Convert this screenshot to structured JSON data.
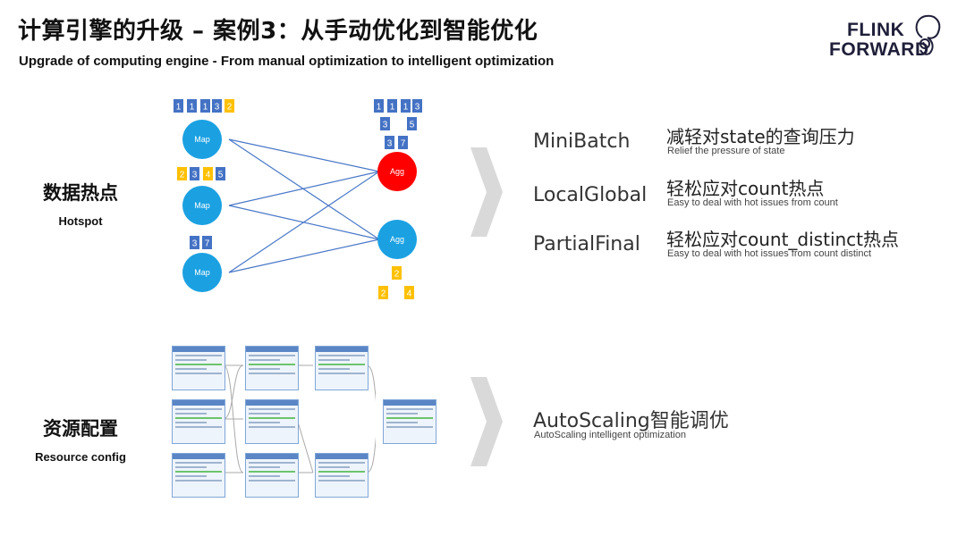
{
  "header": {
    "title": "计算引擎的升级 – 案例3：从手动优化到智能优化",
    "subtitle": "Upgrade of computing engine - From manual optimization to intelligent optimization"
  },
  "logo": {
    "line1": "FLINK",
    "line2": "FORWARD"
  },
  "colors": {
    "node_blue": "#1ba1e2",
    "node_red": "#ff0000",
    "block_blue": "#4472c4",
    "block_yellow": "#ffc000",
    "chevron": "#d9d9d9"
  },
  "hotspot": {
    "label_zh": "数据热点",
    "label_en": "Hotspot",
    "map_label": "Map",
    "agg_label": "Agg",
    "map1_blocks": [
      "1",
      "1",
      "1",
      "3",
      "2"
    ],
    "map2_blocks": [
      "2",
      "3",
      "4",
      "5"
    ],
    "map3_blocks": [
      "3",
      "7"
    ],
    "agg1_row1": [
      "1",
      "1",
      "1",
      "3"
    ],
    "agg1_row2": [
      "3",
      "5"
    ],
    "agg1_row3": [
      "3",
      "7"
    ],
    "agg2_row1": [
      "2"
    ],
    "agg2_row2": [
      "2",
      "4"
    ]
  },
  "optimizations": [
    {
      "name": "MiniBatch",
      "desc": "减轻对state的查询压力",
      "sub": "Relief the pressure of state"
    },
    {
      "name": "LocalGlobal",
      "desc": "轻松应对count热点",
      "sub": "Easy to deal with hot issues from count"
    },
    {
      "name": "PartialFinal",
      "desc": "轻松应对count_distinct热点",
      "sub": "Easy to deal with hot issues from count distinct"
    }
  ],
  "resource": {
    "label_zh": "资源配置",
    "label_en": "Resource config",
    "autoscaling_title": "AutoScaling智能调优",
    "autoscaling_sub": "AutoScaling intelligent optimization"
  }
}
